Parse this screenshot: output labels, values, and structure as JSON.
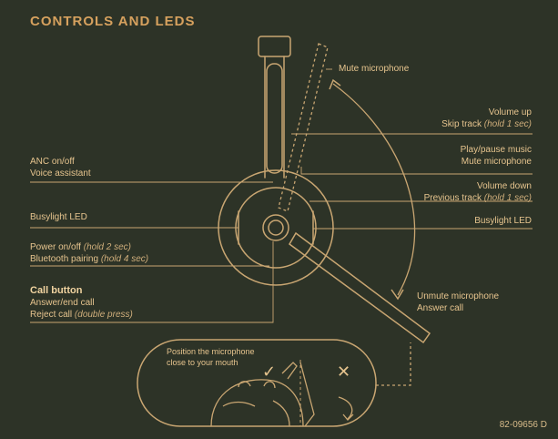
{
  "title": "CONTROLS AND LEDS",
  "labels": {
    "mute_microphone": "Mute microphone",
    "volume_up": "Volume up",
    "skip_track": "Skip track",
    "skip_track_note": "(hold 1 sec)",
    "play_pause": "Play/pause music",
    "mute_microphone_2": "Mute microphone",
    "volume_down": "Volume down",
    "previous_track": "Previous track",
    "previous_track_note": "(hold 1 sec)",
    "busylight_right": "Busylight LED",
    "anc": "ANC on/off",
    "voice_assistant": "Voice assistant",
    "busylight_left": "Busylight LED",
    "power": "Power on/off",
    "power_note": "(hold 2 sec)",
    "bluetooth": "Bluetooth pairing",
    "bluetooth_note": "(hold 4 sec)",
    "call_button": "Call button",
    "answer_end": "Answer/end call",
    "reject": "Reject call",
    "reject_note": "(double press)",
    "unmute": "Unmute microphone",
    "answer_call": "Answer call",
    "position_line1": "Position the microphone",
    "position_line2": "close to your mouth"
  },
  "icons": {
    "check": "checkmark-icon",
    "cross": "cross-icon"
  },
  "code": "82-09656 D",
  "colors": {
    "background": "#2d3327",
    "accent": "#d6a15e",
    "text": "#e6c48e",
    "line": "#c9a672"
  }
}
